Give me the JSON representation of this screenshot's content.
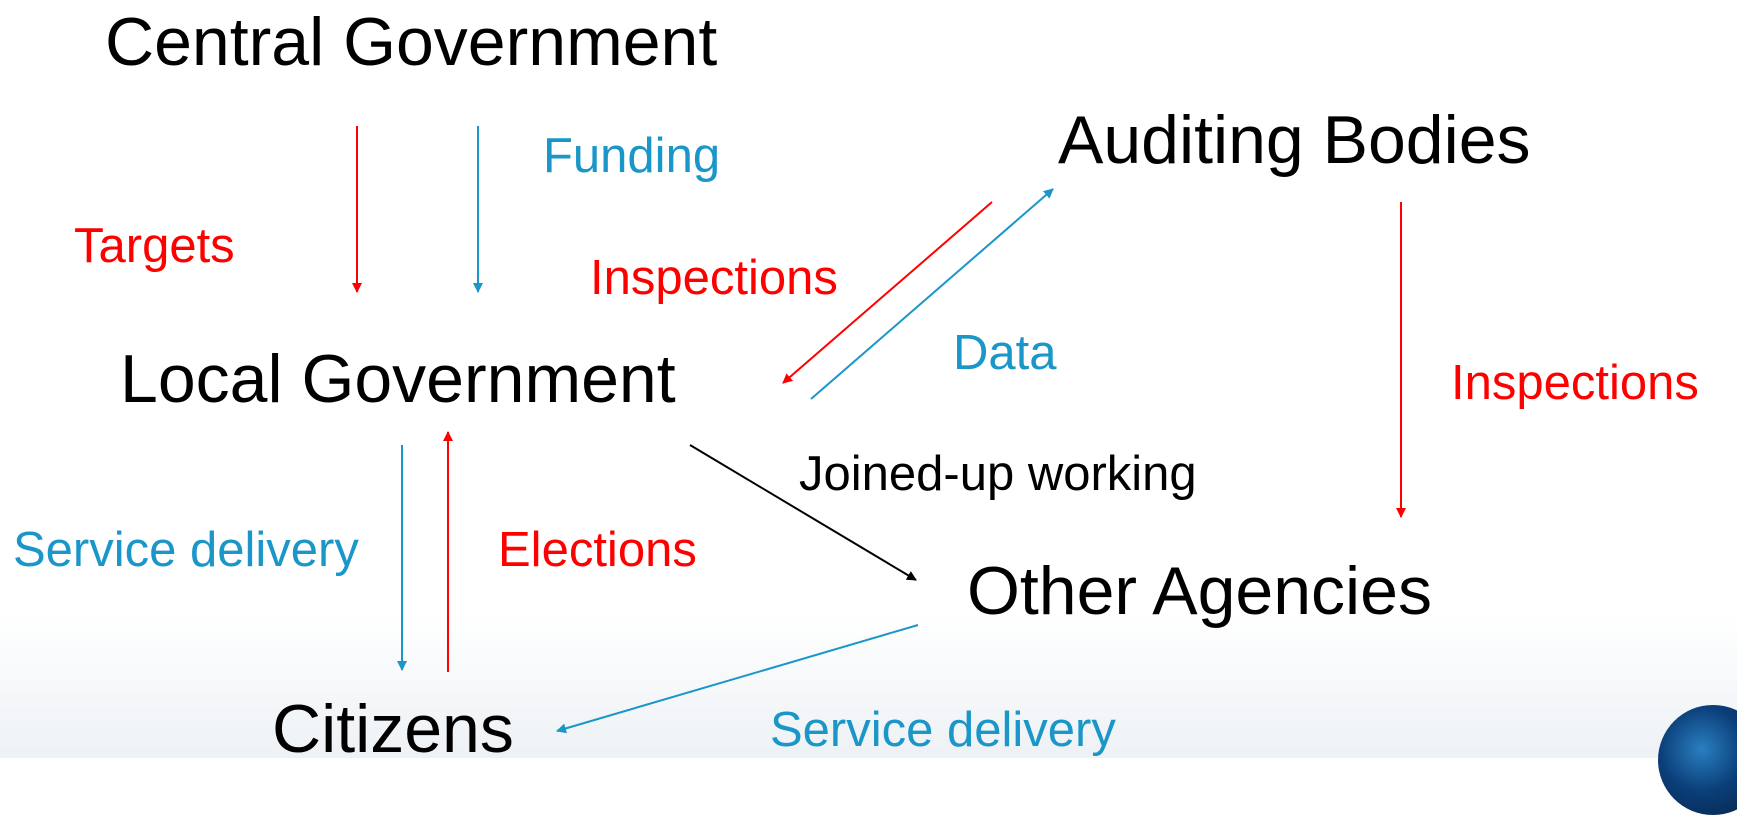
{
  "nodes": {
    "central_government": "Central Government",
    "auditing_bodies": "Auditing Bodies",
    "local_government": "Local Government",
    "other_agencies": "Other Agencies",
    "citizens": "Citizens"
  },
  "edge_labels": {
    "targets": "Targets",
    "funding": "Funding",
    "inspections_to_local": "Inspections",
    "data": "Data",
    "inspections_to_agencies": "Inspections",
    "joined_up_working": "Joined-up working",
    "service_delivery_local": "Service delivery",
    "elections": "Elections",
    "service_delivery_agencies": "Service delivery"
  },
  "colors": {
    "red": "#ff0000",
    "blue": "#1a96c8",
    "black": "#000000"
  }
}
